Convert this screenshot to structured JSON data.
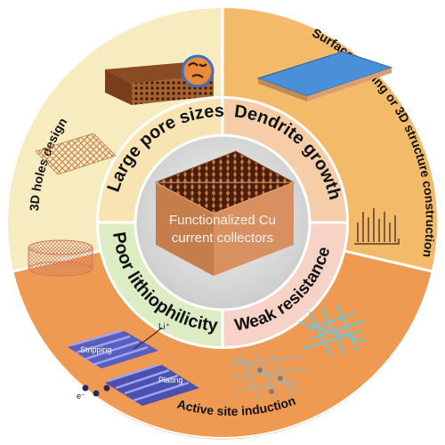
{
  "center": {
    "title_line1": "Functionalized Cu",
    "title_line2": "current collectors"
  },
  "inner_ring": {
    "top_left": "Large pore sizes",
    "top_right": "Dendrite growth",
    "bottom_left": "Poor lithiophilicity",
    "bottom_right": "Weak resistance"
  },
  "outer_ring": {
    "left": "3D holes design",
    "right": "Surface coating or 3D structure construction",
    "bottom": "Active site induction"
  },
  "illustration_labels": {
    "stripping": "Stripping",
    "plating": "Plating",
    "li_ion": "Li⁺",
    "electron": "e⁻"
  },
  "colors": {
    "quadrant_top_left": "#f6ecc0",
    "quadrant_right": "#f3ba6a",
    "quadrant_bottom": "#ef9a53",
    "inner_top_left": "#f8e3b3",
    "inner_top_right": "#f6cda9",
    "inner_bottom_left": "#dcecc3",
    "inner_bottom_right": "#f7d3c7",
    "copper": "#b86a3a",
    "blue_film": "#4a90d8"
  },
  "icons": [
    "copper-mesh-icon",
    "porous-block-icon",
    "mesh-disc-icon",
    "coated-plate-icon",
    "pillar-array-icon",
    "fiber-network-icon",
    "lithium-layer-icon",
    "honeycomb-foam-icon"
  ]
}
